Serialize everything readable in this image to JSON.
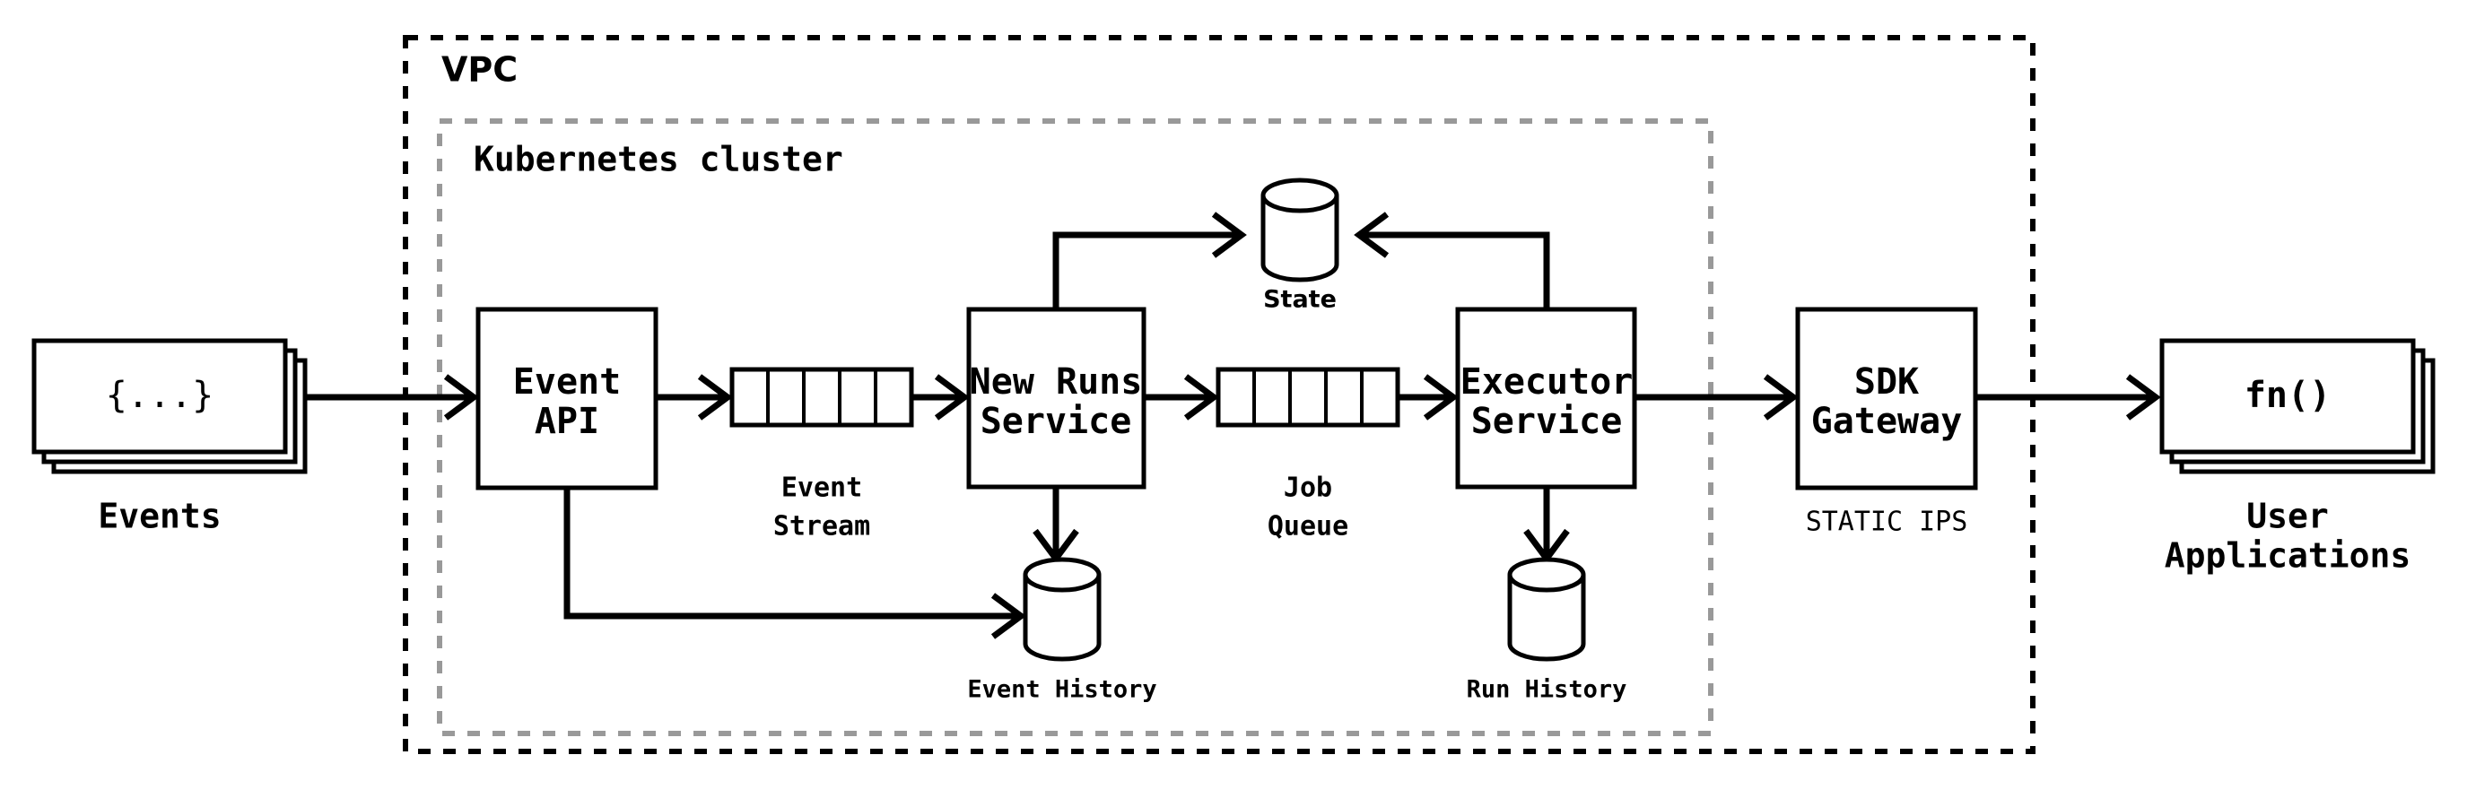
{
  "diagram": {
    "title_boundaries": {
      "vpc": "VPC",
      "kubernetes": "Kubernetes cluster"
    },
    "external": {
      "events": {
        "glyph": "{...}",
        "label": "Events"
      },
      "user_applications": {
        "glyph": "fn()",
        "label_line1": "User",
        "label_line2": "Applications"
      }
    },
    "services": {
      "event_api": {
        "line1": "Event",
        "line2": "API"
      },
      "new_runs_service": {
        "line1": "New Runs",
        "line2": "Service"
      },
      "executor_service": {
        "line1": "Executor",
        "line2": "Service"
      },
      "sdk_gateway": {
        "line1": "SDK",
        "line2": "Gateway",
        "sublabel": "STATIC IPS"
      }
    },
    "queues": {
      "event_stream": {
        "line1": "Event",
        "line2": "Stream",
        "cells": 5
      },
      "job_queue": {
        "line1": "Job",
        "line2": "Queue",
        "cells": 5
      }
    },
    "datastores": {
      "state": "State",
      "event_history": "Event History",
      "run_history": "Run History"
    },
    "colors": {
      "stroke": "#000000",
      "background": "#ffffff",
      "boundary_vpc": "#000000",
      "boundary_kubernetes": "#999999"
    }
  }
}
